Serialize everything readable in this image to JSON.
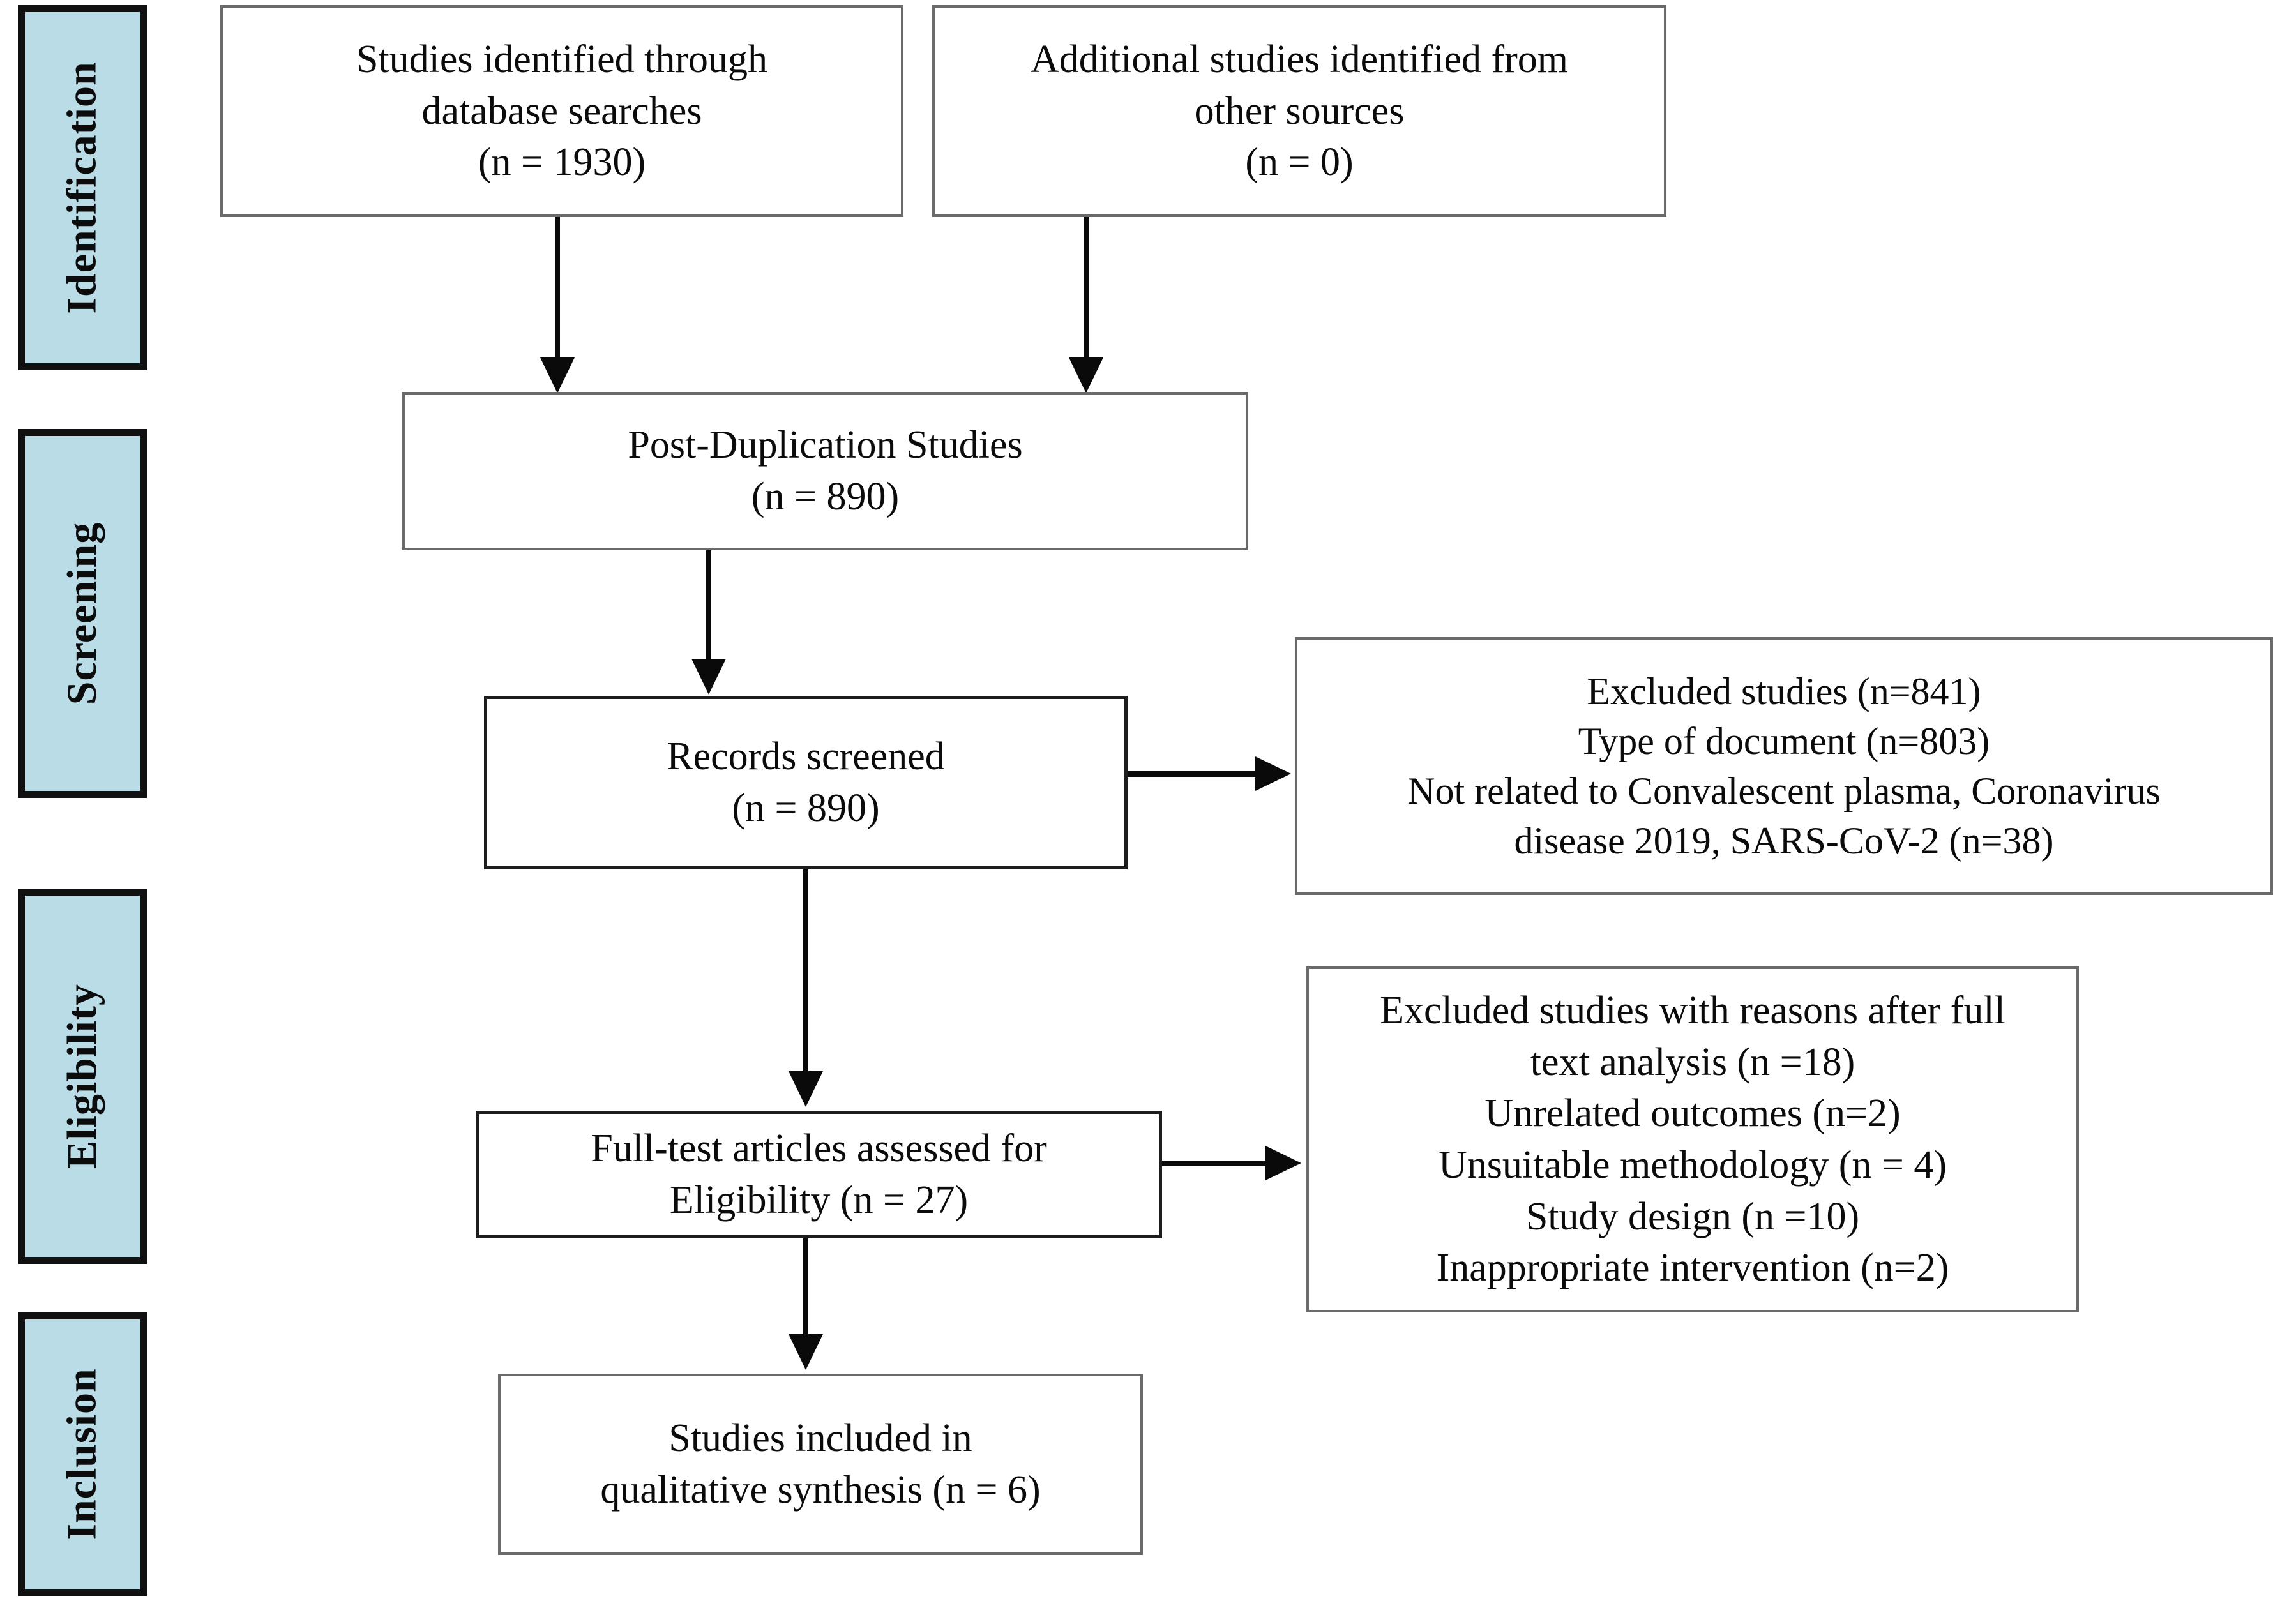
{
  "diagram": {
    "title": "PRISMA study selection flow diagram",
    "colors": {
      "phase_fill": "#b9dce6",
      "phase_border": "#111111",
      "box_border": "#6a6a6a",
      "connector": "#0a0a0a",
      "background": "#ffffff"
    }
  },
  "phases": [
    {
      "id": "identification",
      "label": "Identification"
    },
    {
      "id": "screening",
      "label": "Screening"
    },
    {
      "id": "eligibility",
      "label": "Eligibility"
    },
    {
      "id": "inclusion",
      "label": "Inclusion"
    }
  ],
  "boxes": {
    "database_searches": {
      "lines": [
        "Studies identified through",
        "database searches",
        "(n = 1930)"
      ]
    },
    "other_sources": {
      "lines": [
        "Additional studies identified from",
        "other sources",
        "(n = 0)"
      ]
    },
    "post_duplication": {
      "lines": [
        "Post-Duplication Studies",
        "(n = 890)"
      ]
    },
    "records_screened": {
      "lines": [
        "Records screened",
        "(n = 890)"
      ]
    },
    "excluded_screening": {
      "lines": [
        "Excluded studies (n=841)",
        "Type of document (n=803)",
        "Not related to Convalescent plasma, Coronavirus",
        "disease 2019, SARS-CoV-2 (n=38)"
      ]
    },
    "full_text_assessed": {
      "lines": [
        "Full-test articles assessed for",
        "Eligibility (n = 27)"
      ]
    },
    "excluded_eligibility": {
      "lines": [
        "Excluded studies with reasons after full",
        "text analysis (n =18)",
        "Unrelated outcomes (n=2)",
        "Unsuitable methodology (n = 4)",
        "Study design (n =10)",
        "Inappropriate intervention (n=2)"
      ]
    },
    "included_qualitative": {
      "lines": [
        "Studies included in",
        "qualitative synthesis (n = 6)"
      ]
    }
  },
  "chart_data": {
    "type": "diagram",
    "title": "PRISMA flow diagram",
    "nodes": [
      {
        "id": "database_searches",
        "phase": "Identification",
        "label": "Studies identified through database searches",
        "n": 1930
      },
      {
        "id": "other_sources",
        "phase": "Identification",
        "label": "Additional studies identified from other sources",
        "n": 0
      },
      {
        "id": "post_duplication",
        "phase": "Identification",
        "label": "Post-Duplication Studies",
        "n": 890
      },
      {
        "id": "records_screened",
        "phase": "Screening",
        "label": "Records screened",
        "n": 890
      },
      {
        "id": "excluded_screening",
        "phase": "Screening",
        "label": "Excluded studies",
        "n": 841,
        "breakdown": [
          {
            "reason": "Type of document",
            "n": 803
          },
          {
            "reason": "Not related to Convalescent plasma, Coronavirus disease 2019, SARS-CoV-2",
            "n": 38
          }
        ]
      },
      {
        "id": "full_text_assessed",
        "phase": "Eligibility",
        "label": "Full-test articles assessed for Eligibility",
        "n": 27
      },
      {
        "id": "excluded_eligibility",
        "phase": "Eligibility",
        "label": "Excluded studies with reasons after full text analysis",
        "n": 18,
        "breakdown": [
          {
            "reason": "Unrelated outcomes",
            "n": 2
          },
          {
            "reason": "Unsuitable methodology",
            "n": 4
          },
          {
            "reason": "Study design",
            "n": 10
          },
          {
            "reason": "Inappropriate intervention",
            "n": 2
          }
        ]
      },
      {
        "id": "included_qualitative",
        "phase": "Inclusion",
        "label": "Studies included in qualitative synthesis",
        "n": 6
      }
    ],
    "edges": [
      {
        "from": "database_searches",
        "to": "post_duplication"
      },
      {
        "from": "other_sources",
        "to": "post_duplication"
      },
      {
        "from": "post_duplication",
        "to": "records_screened"
      },
      {
        "from": "records_screened",
        "to": "excluded_screening"
      },
      {
        "from": "records_screened",
        "to": "full_text_assessed"
      },
      {
        "from": "full_text_assessed",
        "to": "excluded_eligibility"
      },
      {
        "from": "full_text_assessed",
        "to": "included_qualitative"
      }
    ]
  }
}
